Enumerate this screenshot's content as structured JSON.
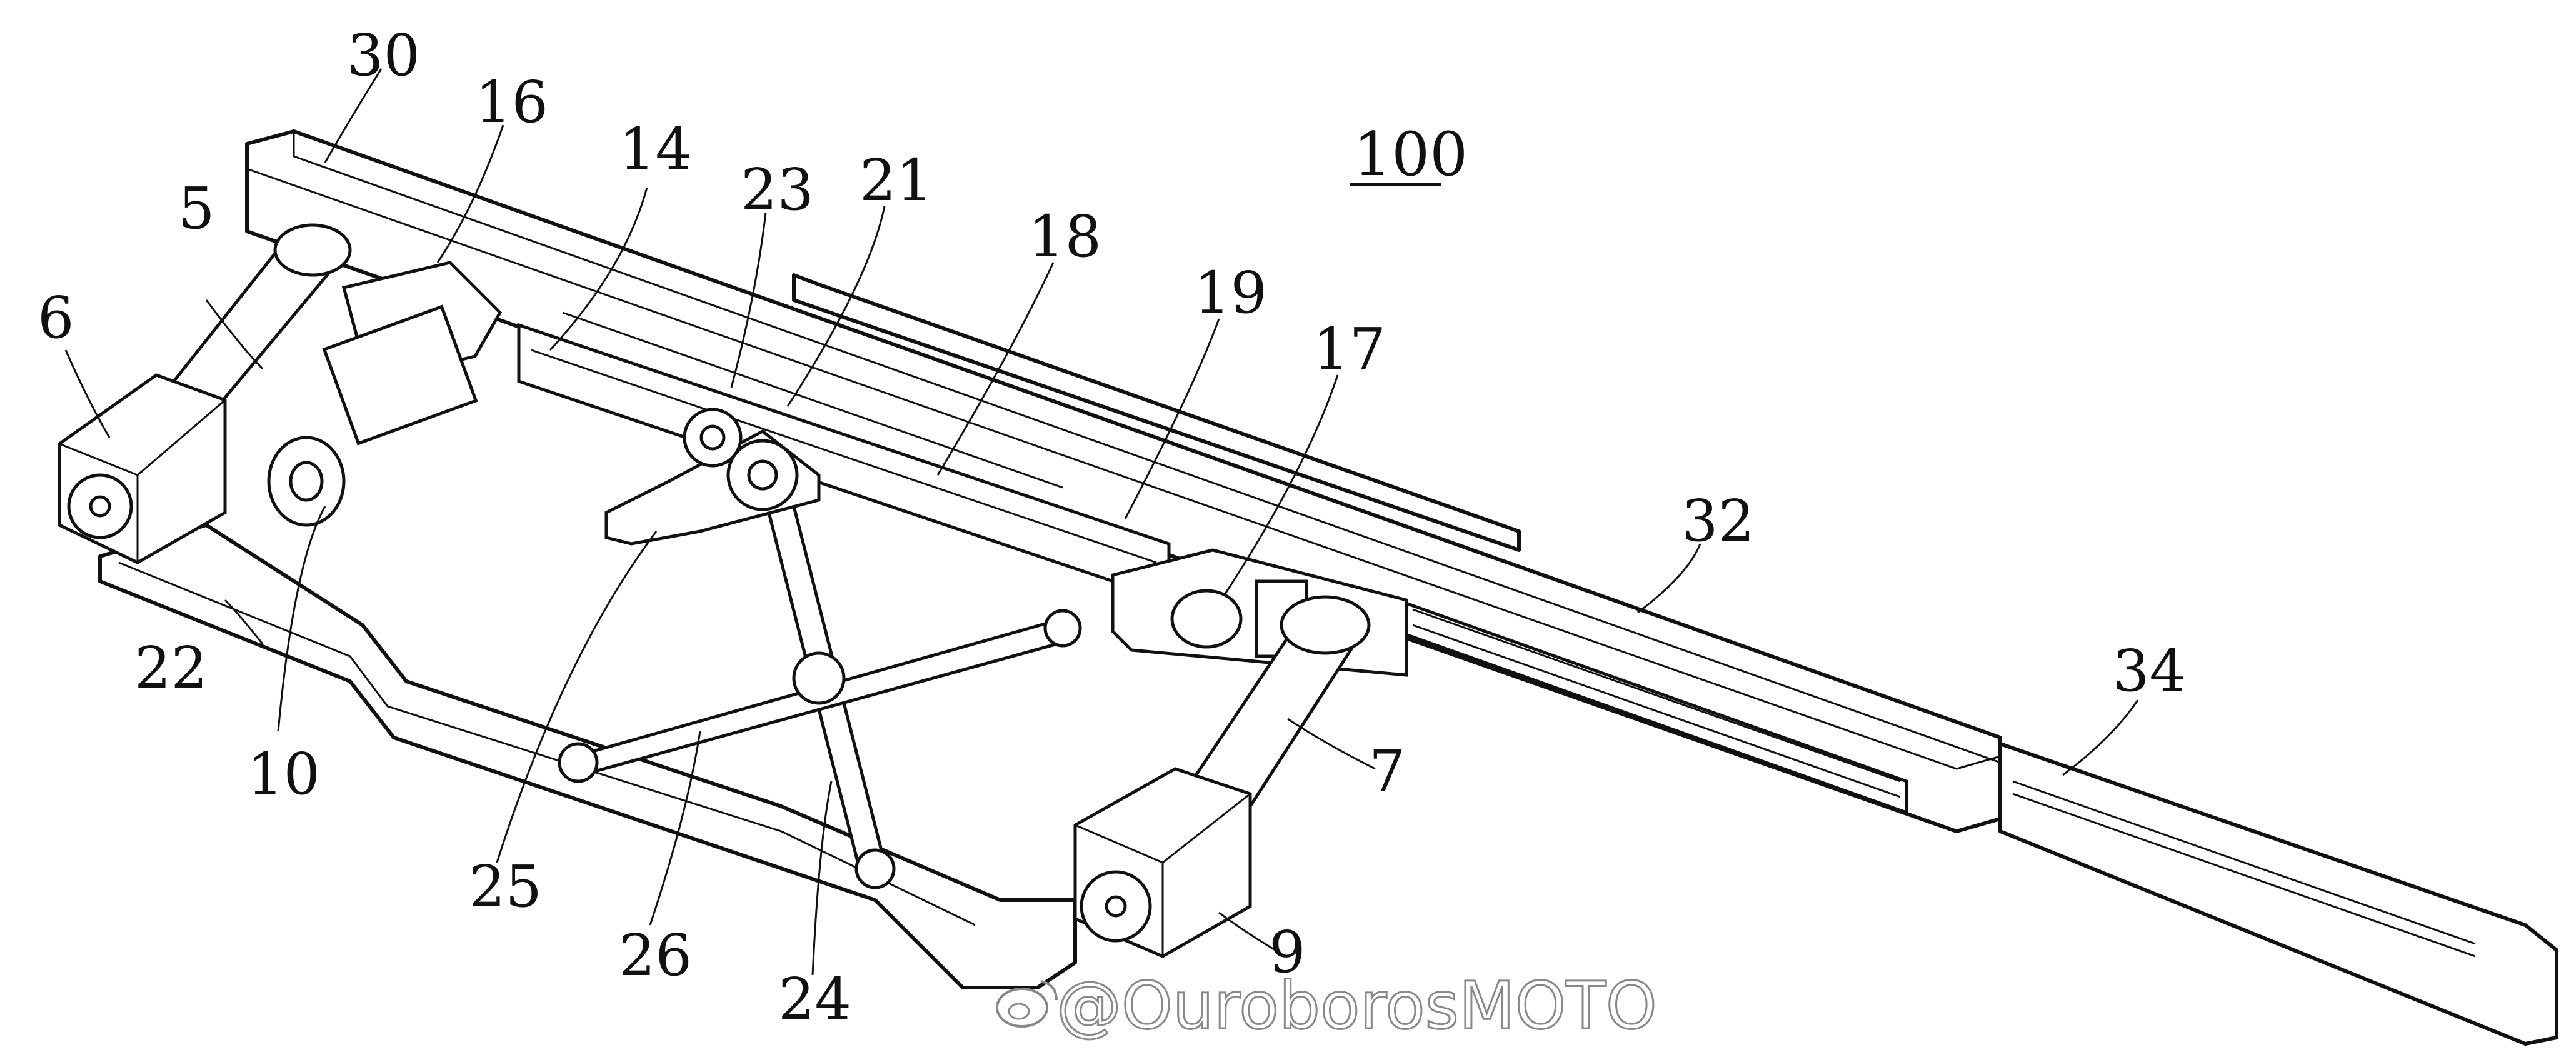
{
  "figure": {
    "reference_numeral": "100",
    "labels": [
      "30",
      "16",
      "14",
      "23",
      "21",
      "18",
      "19",
      "17",
      "5",
      "6",
      "32",
      "34",
      "22",
      "10",
      "25",
      "26",
      "24",
      "7",
      "9"
    ]
  },
  "watermark": {
    "text": "@OuroborosMOTO",
    "icon": "weibo-icon"
  }
}
